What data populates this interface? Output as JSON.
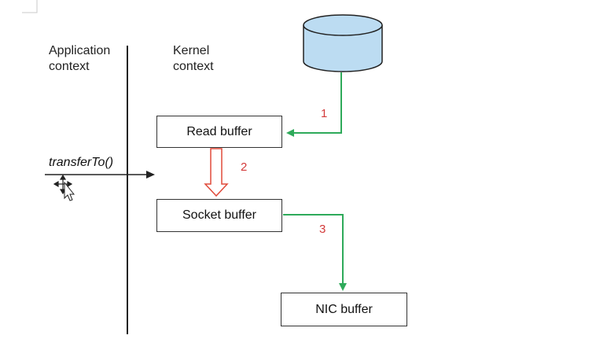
{
  "contexts": {
    "application": [
      "Application",
      "context"
    ],
    "kernel": [
      "Kernel",
      "context"
    ]
  },
  "method_call": "transferTo()",
  "buffers": {
    "read": "Read buffer",
    "socket": "Socket buffer",
    "nic": "NIC buffer"
  },
  "steps": [
    "1",
    "2",
    "3"
  ],
  "colors": {
    "flow_green": "#2eaa5a",
    "copy_arrow_red": "#e04a3a",
    "step_label": "#d33a3a",
    "disk_fill": "#bcdcf2",
    "divider": "#222222"
  },
  "icons": [
    "disk-cylinder-icon",
    "move-cursor-icon"
  ]
}
